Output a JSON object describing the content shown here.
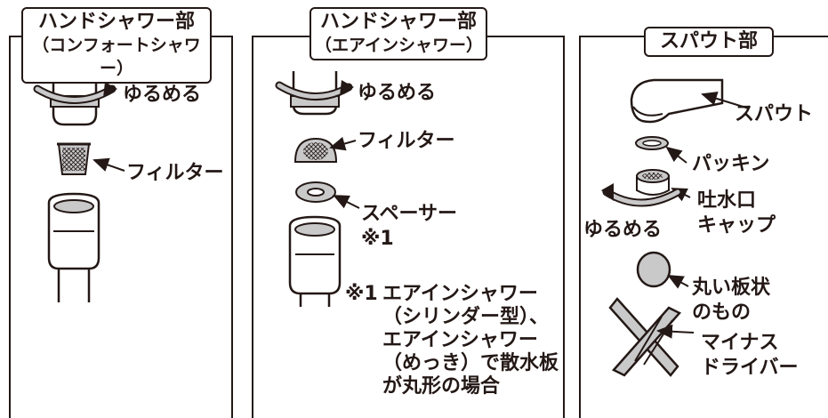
{
  "panels": [
    {
      "title_line1": "ハンドシャワー部",
      "title_line2": "（コンフォートシャワー）",
      "labels": {
        "loosen": "ゆるめる",
        "filter": "フィルター"
      }
    },
    {
      "title_line1": "ハンドシャワー部",
      "title_line2": "（エアインシャワー）",
      "labels": {
        "loosen": "ゆるめる",
        "filter": "フィルター",
        "spacer": "スペーサー",
        "spacer_note": "※1"
      },
      "note": {
        "marker": "※1",
        "lines": [
          "エアインシャワー",
          "（シリンダー型）、",
          "エアインシャワー",
          "（めっき）で散水板",
          "が丸形の場合"
        ]
      }
    },
    {
      "title_line1": "スパウト部",
      "labels": {
        "spout": "スパウト",
        "packing": "パッキン",
        "cap_line1": "吐水口",
        "cap_line2": "キャップ",
        "loosen": "ゆるめる",
        "round_line1": "丸い板状",
        "round_line2": "のもの",
        "driver_line1": "マイナス",
        "driver_line2": "ドライバー"
      }
    }
  ],
  "colors": {
    "ink": "#231815",
    "gray": "#c9c9ca",
    "white": "#ffffff"
  }
}
